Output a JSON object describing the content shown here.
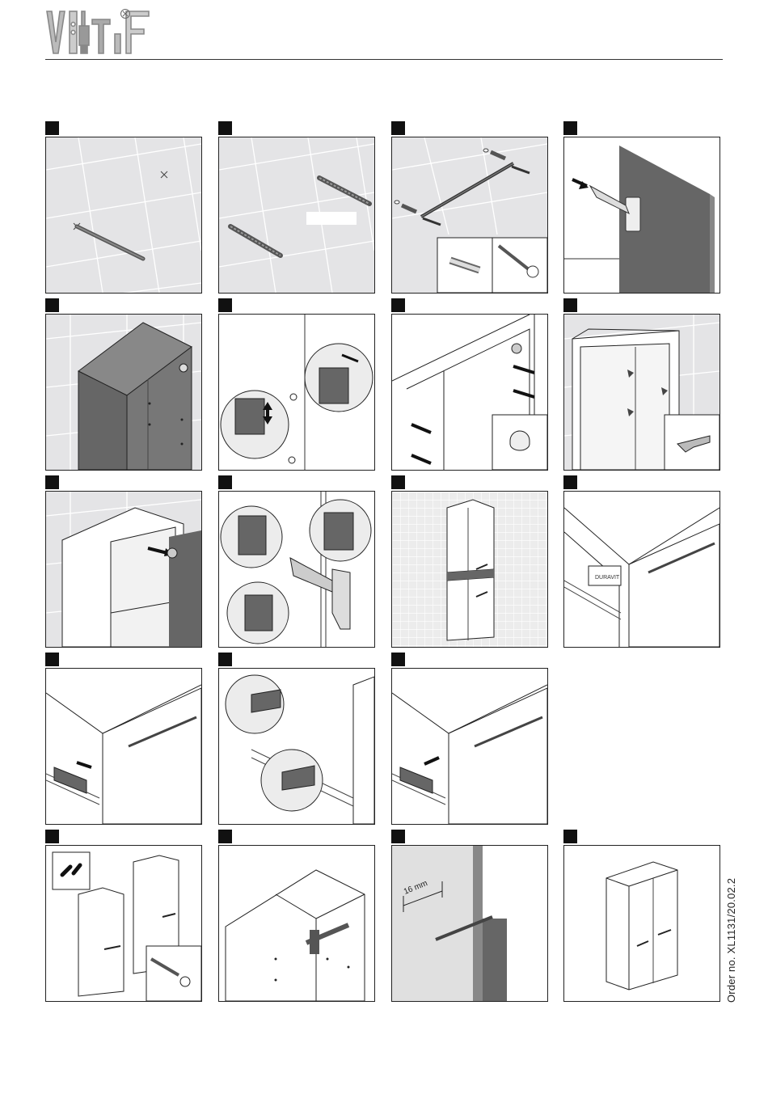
{
  "header": {
    "brand_logo": "vitra-tools-logo"
  },
  "steps": [
    {
      "id": "step-1",
      "depicts": "mark-drill-holes-on-tiles"
    },
    {
      "id": "step-2",
      "depicts": "drill-holes"
    },
    {
      "id": "step-3",
      "depicts": "insert-dowels-and-screws"
    },
    {
      "id": "step-4",
      "depicts": "remove-door-hinge"
    },
    {
      "id": "step-5",
      "depicts": "hang-cabinet-on-wall"
    },
    {
      "id": "step-6",
      "depicts": "adjust-hanging-bracket"
    },
    {
      "id": "step-7",
      "depicts": "insert-shelf-pins"
    },
    {
      "id": "step-8",
      "depicts": "place-shelf-supports"
    },
    {
      "id": "step-9",
      "depicts": "reattach-door"
    },
    {
      "id": "step-10",
      "depicts": "adjust-hinge"
    },
    {
      "id": "step-11",
      "depicts": "tall-cabinet-with-drawers"
    },
    {
      "id": "step-12",
      "depicts": "drawer-closeup"
    },
    {
      "id": "step-13",
      "depicts": "remove-drawer-front"
    },
    {
      "id": "step-14",
      "depicts": "adjust-drawer-front"
    },
    {
      "id": "step-15",
      "depicts": "lock-drawer-front"
    },
    {
      "id": "step-16",
      "depicts": "connect-two-cabinets"
    },
    {
      "id": "step-17",
      "depicts": "clamp-cabinets"
    },
    {
      "id": "step-18",
      "depicts": "drill-connector-hole"
    },
    {
      "id": "step-19",
      "depicts": "finished-cabinets"
    }
  ],
  "labels": {
    "measure": "16 mm",
    "drawer_brand": "DURAVIT"
  },
  "footer": {
    "order_number": "Order no. XL1131/20.02.2"
  }
}
